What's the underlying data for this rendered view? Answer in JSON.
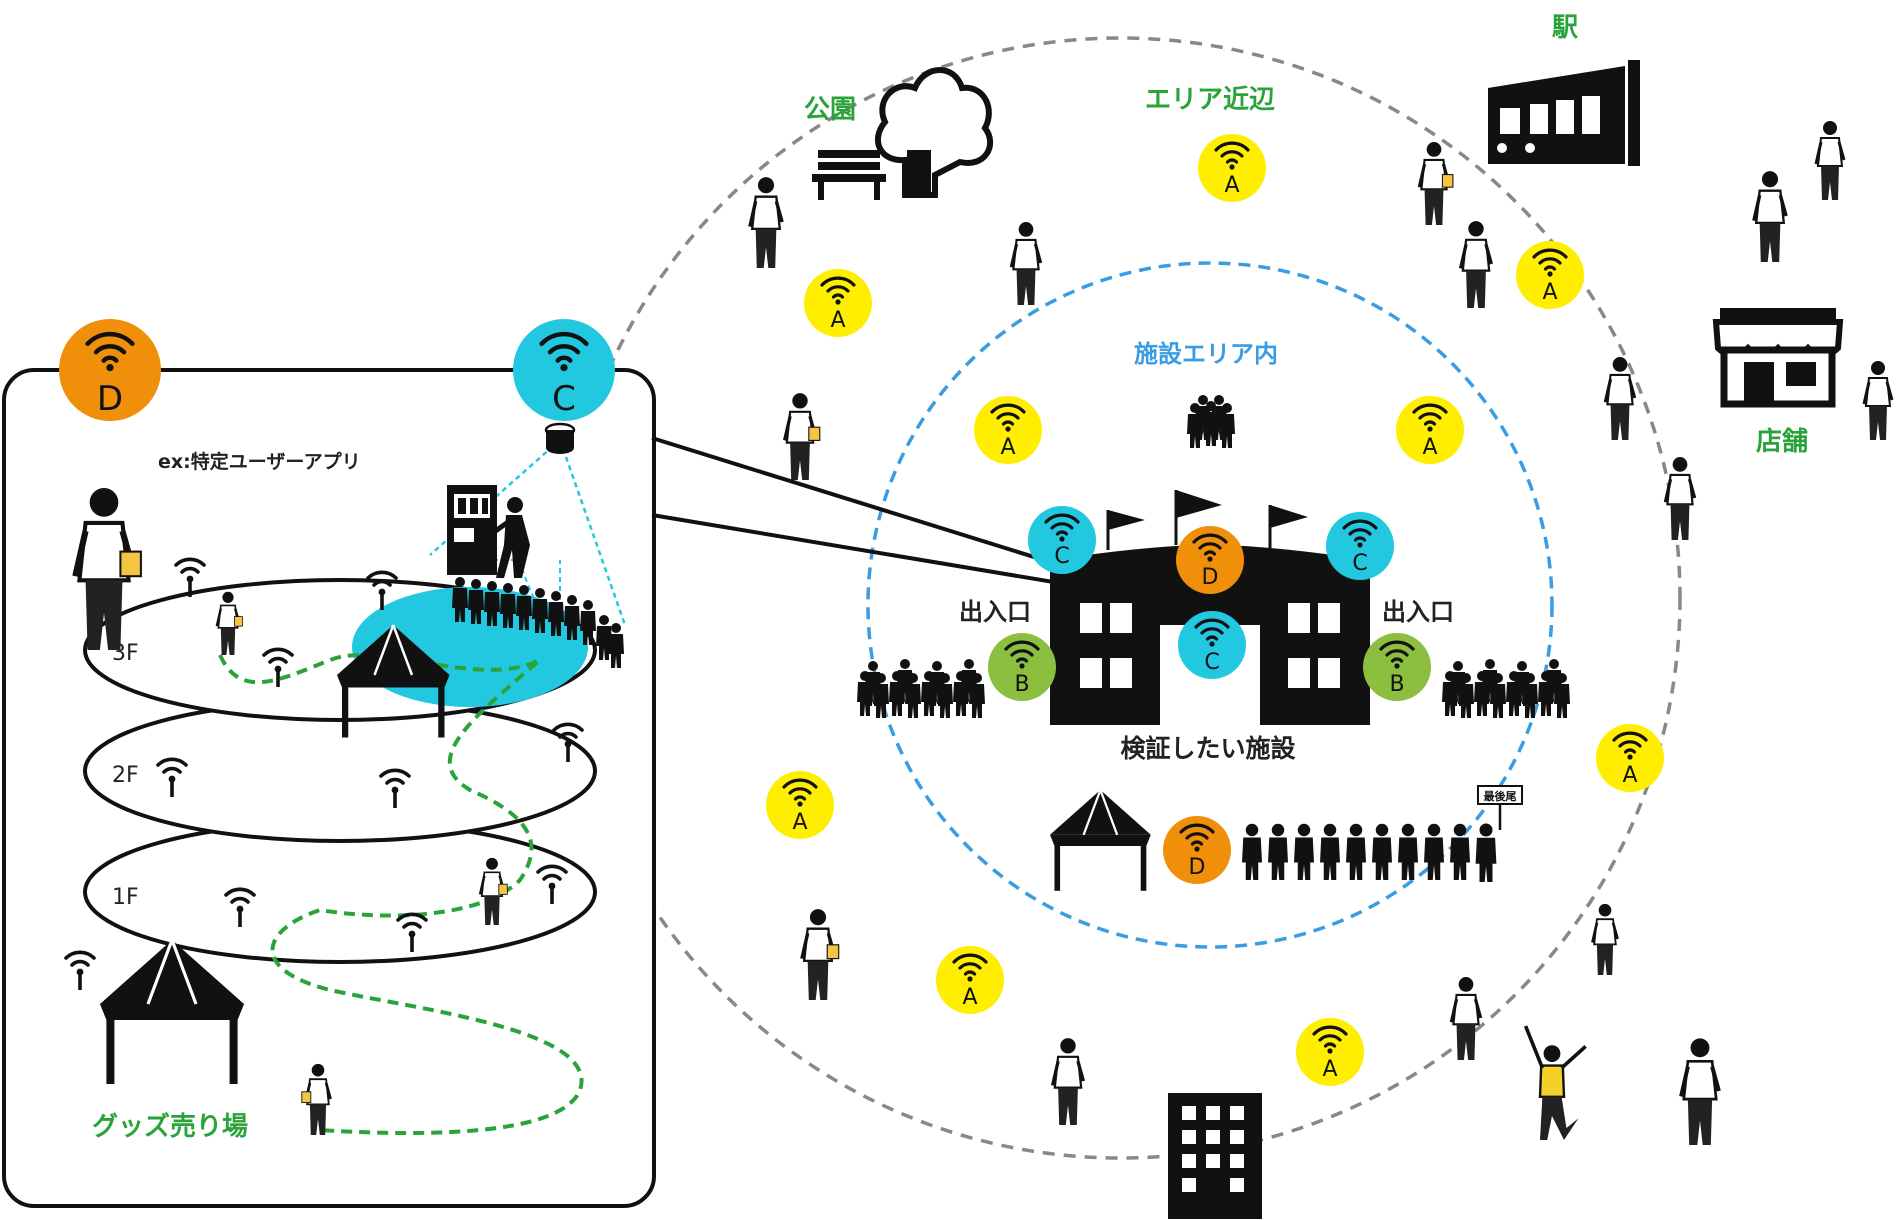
{
  "colors": {
    "A": "#ffee00",
    "B": "#8cbf3f",
    "C": "#22c8e0",
    "D": "#f0900a",
    "outer_ring": "#888888",
    "inner_ring": "#3a9de3",
    "path": "#2aa33a",
    "label_green": "#2aa33a",
    "label_blue": "#3a9de3"
  },
  "labels": {
    "station": "駅",
    "park": "公園",
    "area_nearby": "エリア近辺",
    "facility_area": "施設エリア内",
    "store": "店舗",
    "entrance_left": "出入口",
    "entrance_right": "出入口",
    "facility": "検証したい施設",
    "last_in_line": "最後尾",
    "app_example": "ex:特定ユーザーアプリ",
    "goods_area": "グッズ売り場",
    "floor_3": "3F",
    "floor_2": "2F",
    "floor_1": "1F"
  },
  "badges": {
    "A": "A",
    "B": "B",
    "C": "C",
    "D": "D"
  },
  "icons": [
    "wifi-icon",
    "person-icon",
    "crowd-icon",
    "tent-icon",
    "train-icon",
    "tree-icon",
    "bench-icon",
    "store-icon",
    "building-icon",
    "flag-icon",
    "vending-machine-icon",
    "beacon-icon",
    "tablet-icon"
  ]
}
